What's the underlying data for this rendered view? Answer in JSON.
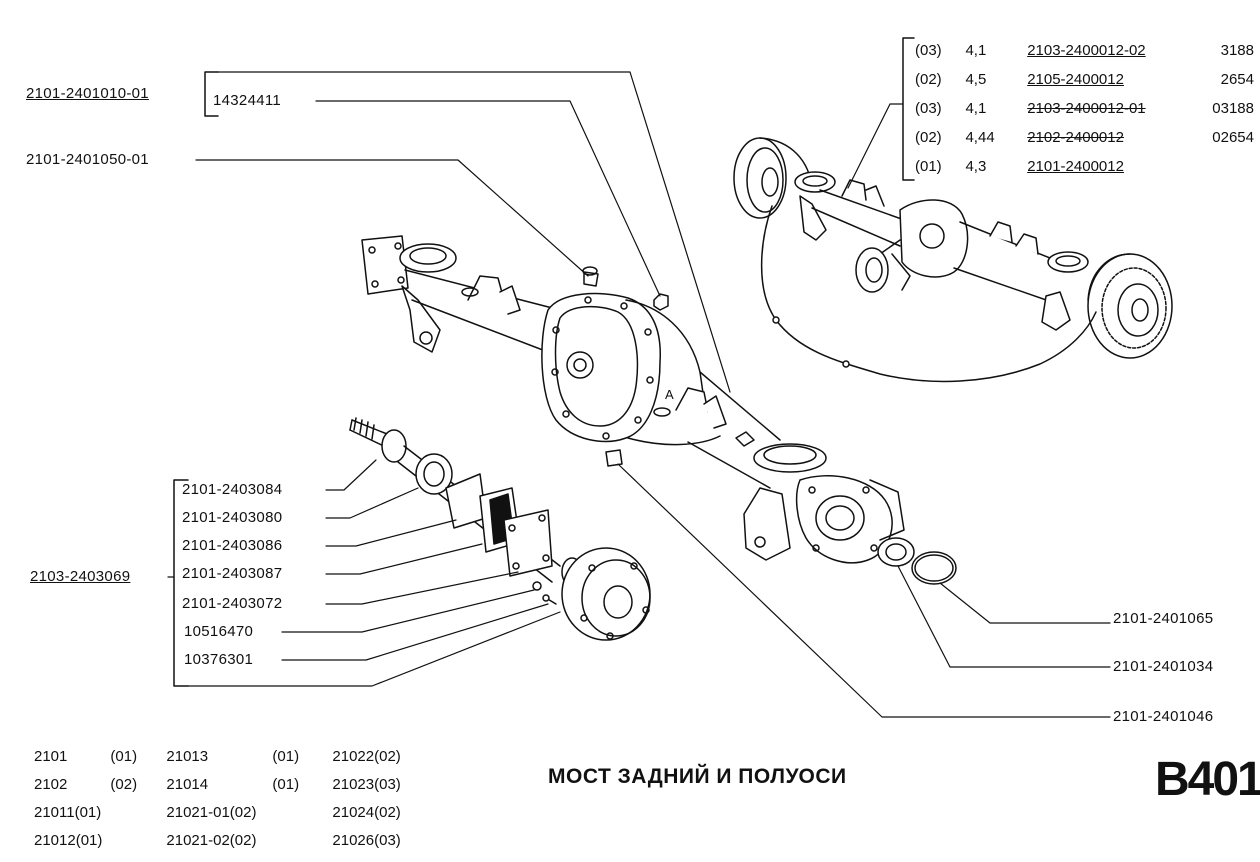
{
  "title": "МОСТ ЗАДНИЙ И ПОЛУОСИ",
  "sheet_code": "B401",
  "axle_assembly_number": "2101-2401010-01",
  "axle_parts": {
    "nut": "14324411",
    "breather": "2101-2401050-01",
    "plug": "2101-2401046",
    "seal_ring": "2101-2401065",
    "oil_seal": "2101-2401034"
  },
  "halfshaft": {
    "assembly_number": "2103-2403069",
    "parts": [
      "2101-2403084",
      "2101-2403080",
      "2101-2403086",
      "2101-2403087",
      "2101-2403072",
      "10516470",
      "10376301"
    ]
  },
  "gear_ratios": [
    {
      "variant": "(03)",
      "ratio": "4,1",
      "part": "2103-2400012-02",
      "code": "3188",
      "superseded": false
    },
    {
      "variant": "(02)",
      "ratio": "4,5",
      "part": "2105-2400012",
      "code": "2654",
      "superseded": false
    },
    {
      "variant": "(03)",
      "ratio": "4,1",
      "part": "2103-2400012-01",
      "code": "03188",
      "superseded": true
    },
    {
      "variant": "(02)",
      "ratio": "4,44",
      "part": "2102-2400012",
      "code": "02654",
      "superseded": true
    },
    {
      "variant": "(01)",
      "ratio": "4,3",
      "part": "2101-2400012",
      "code": "",
      "superseded": false
    }
  ],
  "marker_a": "A",
  "applicability": [
    [
      "2101",
      "(01)",
      "21013",
      "(01)",
      "21022(02)"
    ],
    [
      "2102",
      "(02)",
      "21014",
      "(01)",
      "21023(03)"
    ],
    [
      "21011(01)",
      "",
      "21021-01(02)",
      "",
      "21024(02)"
    ],
    [
      "21012(01)",
      "",
      "21021-02(02)",
      "",
      "21026(03)"
    ]
  ],
  "colors": {
    "ink": "#111111",
    "paper": "#ffffff"
  },
  "icons": [
    "rear-axle-housing-drawing",
    "axle-assembly-view-drawing",
    "halfshaft-drawing"
  ]
}
